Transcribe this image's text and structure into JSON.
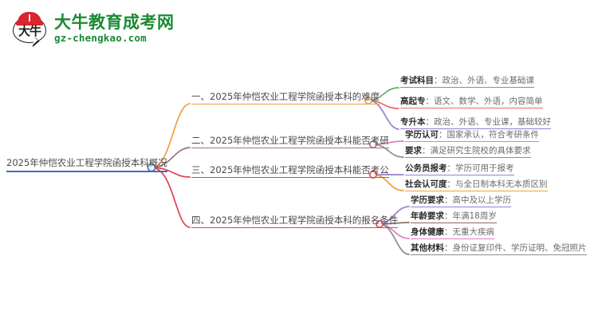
{
  "logo": {
    "mark_text": "大牛",
    "title": "大牛教育成考网",
    "url": "gz-chengkao.com",
    "brand_color": "#1a8a33",
    "cap_color": "#d8262c"
  },
  "mindmap": {
    "root": {
      "label": "2025年仲恺农业工程学院函授本科概况",
      "color": "#3d6fb4"
    },
    "branches": [
      {
        "label": "一、2025年仲恺农业工程学院函授本科的难度",
        "color": "#efa13c",
        "leaves": [
          {
            "key": "考试科目",
            "value": "：政治、外语、专业基础课",
            "color": "#63ad5e"
          },
          {
            "key": "高起专",
            "value": "：语文、数学、外语，内容简单",
            "color": "#ea6a63"
          },
          {
            "key": "专升本",
            "value": "：政治、外语、专业课，基础较好",
            "color": "#9b7fd1"
          }
        ]
      },
      {
        "label": "二、2025年仲恺农业工程学院函授本科能否考研",
        "color": "#9c7480",
        "leaves": [
          {
            "key": "学历认可",
            "value": "：国家承认，符合考研条件",
            "color": "#e07ec2"
          },
          {
            "key": "要求",
            "value": "：满足研究生院校的具体要求",
            "color": "#8d8d8d"
          }
        ]
      },
      {
        "label": "三、2025年仲恺农业工程学院函授本科能否考公",
        "color": "#e0404f",
        "leaves": [
          {
            "key": "公务员报考",
            "value": "：学历可用于报考",
            "color": "#9b7fd1"
          },
          {
            "key": "社会认可度",
            "value": "：与全日制本科无本质区别",
            "color": "#efa13c"
          }
        ]
      },
      {
        "label": "四、2025年仲恺农业工程学院函授本科的报名条件",
        "color": "#e0404f",
        "leaves": [
          {
            "key": "学历要求",
            "value": "：高中及以上学历",
            "color": "#9b7fd1"
          },
          {
            "key": "年龄要求",
            "value": "：年满18周岁",
            "color": "#8b6a5e"
          },
          {
            "key": "身体健康",
            "value": "：无重大疾病",
            "color": "#e07ec2"
          },
          {
            "key": "其他材料",
            "value": "：身份证复印件、学历证明、免冠照片",
            "color": "#8d8d8d"
          }
        ]
      }
    ]
  }
}
